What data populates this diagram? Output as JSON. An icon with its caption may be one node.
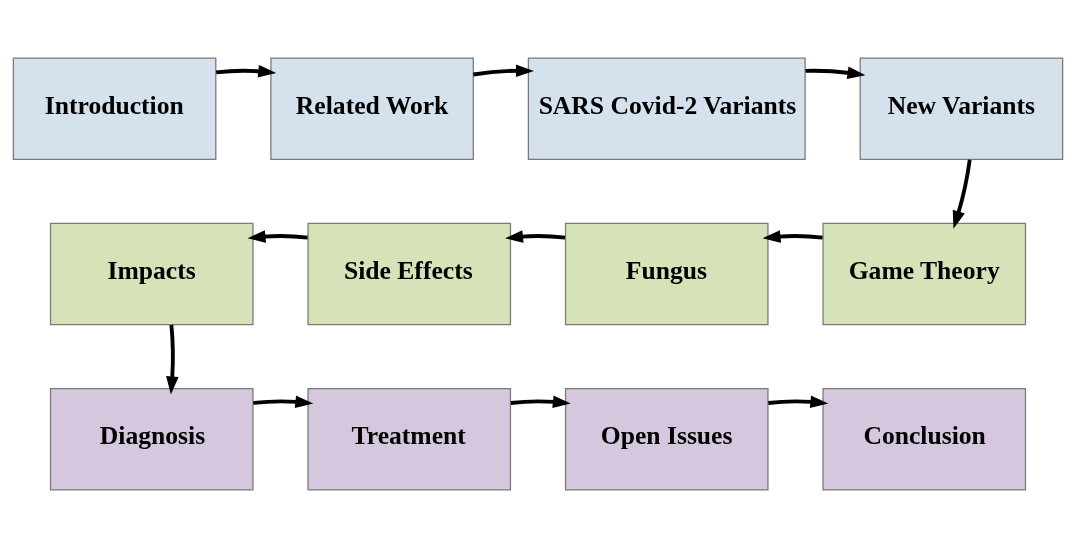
{
  "diagram": {
    "nodes": [
      {
        "text": [
          "Introduction"
        ]
      },
      {
        "text": [
          "Related Work"
        ]
      },
      {
        "text": [
          "SARS Covid-2 Variants"
        ]
      },
      {
        "text": [
          "New Variants"
        ]
      },
      {
        "text": [
          "Game Theory"
        ]
      },
      {
        "text": [
          "Fungus"
        ]
      },
      {
        "text": [
          "Side Effects"
        ]
      },
      {
        "text": [
          "Impacts"
        ]
      },
      {
        "text": [
          "Diagnosis"
        ]
      },
      {
        "text": [
          "Treatment"
        ]
      },
      {
        "text": [
          "Open Issues"
        ]
      },
      {
        "text": [
          "Conclusion"
        ]
      }
    ],
    "edges": [
      {
        "from": 0,
        "to": 1,
        "arrow": "to"
      },
      {
        "from": 1,
        "to": 2,
        "arrow": "to"
      },
      {
        "from": 2,
        "to": 3,
        "arrow": "to"
      },
      {
        "from": 3,
        "to": 4,
        "arrow": "to"
      },
      {
        "from": 4,
        "to": 5,
        "arrow": "to"
      },
      {
        "from": 5,
        "to": 6,
        "arrow": "to"
      },
      {
        "from": 6,
        "to": 7,
        "arrow": "to"
      },
      {
        "from": 7,
        "to": 8,
        "arrow": "to"
      },
      {
        "from": 8,
        "to": 9,
        "arrow": "to"
      },
      {
        "from": 9,
        "to": 10,
        "arrow": "to"
      },
      {
        "from": 10,
        "to": 11,
        "arrow": "to"
      }
    ]
  }
}
